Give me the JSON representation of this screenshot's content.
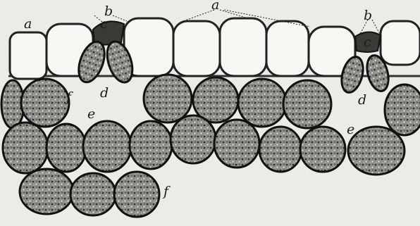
{
  "figure": {
    "labels": {
      "a_left": "a",
      "a_top": "a",
      "b_left": "b",
      "b_right": "b",
      "c_left": "c",
      "c_right": "c",
      "d_left": "d",
      "d_right": "d",
      "e_left": "e",
      "e_right": "e",
      "f_top": "f",
      "f_bottom": "f"
    }
  },
  "colors": {
    "background": "#ecebe6",
    "ink": "#1a1a1a",
    "cell_fill": "#8c8c87",
    "epidermis_fill": "#f7f7f4"
  }
}
